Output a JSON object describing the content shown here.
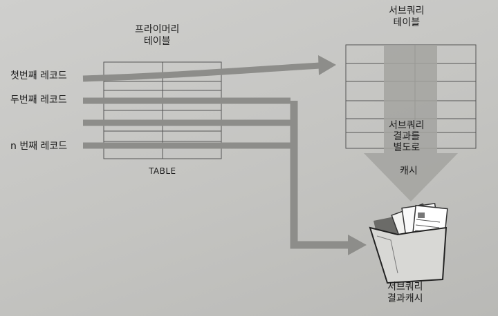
{
  "primary_table": {
    "title_line1": "프라이머리",
    "title_line2": "테이블",
    "caption": "TABLE"
  },
  "subquery_table": {
    "title_line1": "서브쿼리",
    "title_line2": "테이블"
  },
  "records": {
    "first": "첫번째 레코드",
    "second": "두번째 레코드",
    "nth": "n 번째 레코드"
  },
  "cache_arrow": {
    "line1": "서브쿼리",
    "line2": "결과를",
    "line3": "별도로",
    "line4": "캐시"
  },
  "result_cache": {
    "line1": "서브쿼리",
    "line2": "결과캐시"
  },
  "colors": {
    "arrow": "#8d8d8a",
    "arrow_light": "#a9a9a6",
    "grid": "#555555",
    "text": "#1c1c1c"
  }
}
